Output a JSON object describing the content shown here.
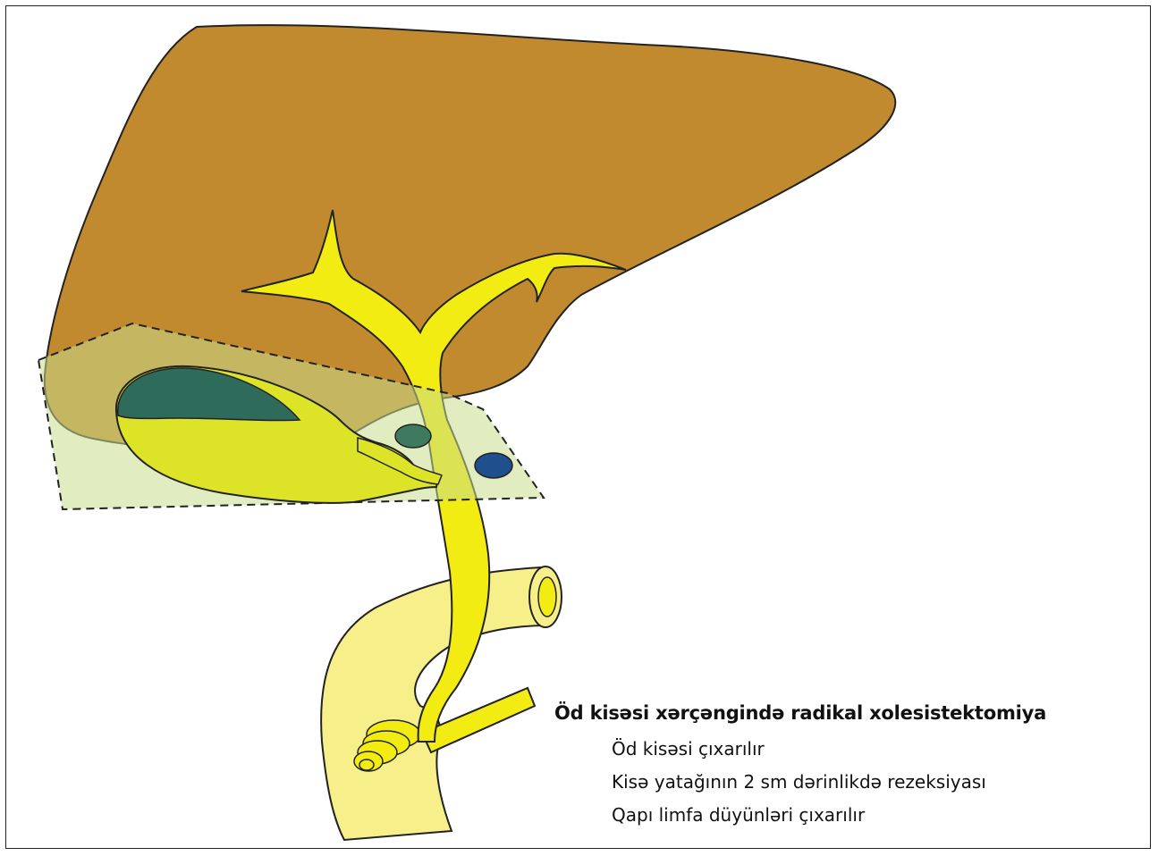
{
  "caption": {
    "title": "Öd kisəsi xərçəngində radikal xolesistektomiya",
    "items": [
      "Öd kisəsi çıxarılır",
      "Kisə yatağının 2 sm dərinlikdə rezeksiyası",
      "Qapı limfa düyünləri çıxarılır"
    ]
  },
  "colors": {
    "liver": "#c28a2e",
    "bile_duct": "#f2ec12",
    "gallbladder": "#dde326",
    "gallbladder_shadow": "#2f6b5a",
    "resection_zone": "#c9dc8c",
    "duodenum": "#f7ef8a",
    "lymph_node": "#3e7a60",
    "vessel": "#1f4f8c",
    "outline": "#222222"
  }
}
